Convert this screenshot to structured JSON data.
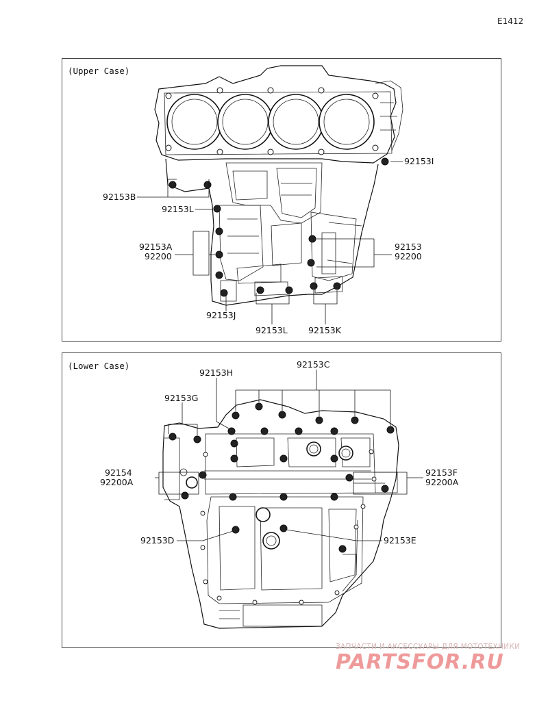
{
  "page_code": "E1412",
  "upper": {
    "title": "(Upper Case)",
    "labels": {
      "l_92153I": "92153I",
      "l_92153B": "92153B",
      "l_92153L_a": "92153L",
      "l_92153A": "92153A",
      "l_92200_left": "92200",
      "l_92153": "92153",
      "l_92200_right": "92200",
      "l_92153J": "92153J",
      "l_92153L_b": "92153L",
      "l_92153K": "92153K"
    }
  },
  "lower": {
    "title": "(Lower Case)",
    "labels": {
      "l_92153H": "92153H",
      "l_92153C": "92153C",
      "l_92153G": "92153G",
      "l_92154": "92154",
      "l_92200A_left": "92200A",
      "l_92153F": "92153F",
      "l_92200A_right": "92200A",
      "l_92153D": "92153D",
      "l_92153E": "92153E"
    }
  },
  "watermark": {
    "tagline": "ЗАПЧАСТИ И АКСЕССУАРЫ ДЛЯ МОТОТЕХНИКИ",
    "brand": "PARTSFOR.RU"
  }
}
